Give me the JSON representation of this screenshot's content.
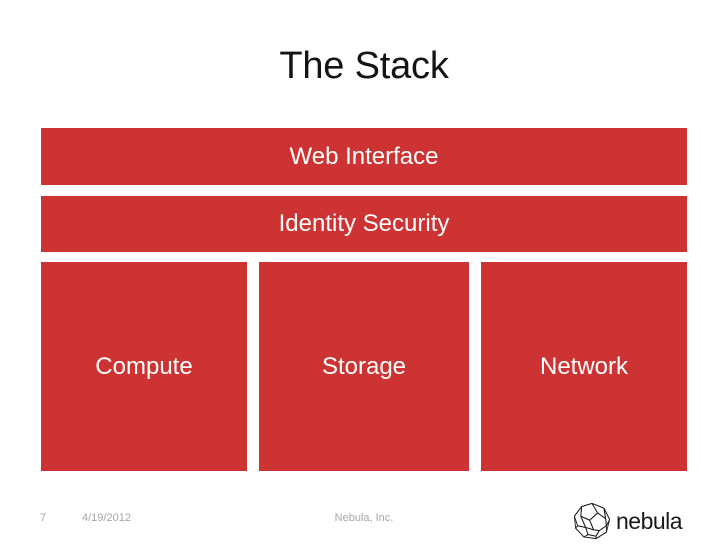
{
  "slide": {
    "title": "The Stack",
    "background_color": "#FFFFFF",
    "accent_color": "#CD3333",
    "text_on_accent_color": "#FFFFFF",
    "title_color": "#141414",
    "footer_color": "#A6A6A6"
  },
  "diagram": {
    "layers": [
      {
        "id": "web-interface",
        "label": "Web Interface"
      },
      {
        "id": "identity-security",
        "label": "Identity Security"
      }
    ],
    "pillars": [
      {
        "id": "compute",
        "label": "Compute"
      },
      {
        "id": "storage",
        "label": "Storage"
      },
      {
        "id": "network",
        "label": "Network"
      }
    ]
  },
  "footer": {
    "slide_number": "7",
    "date": "4/19/2012",
    "company": "Nebula, Inc."
  },
  "logo": {
    "wordmark": "nebula",
    "mark_icon": "polyhedron-wireframe-icon"
  }
}
